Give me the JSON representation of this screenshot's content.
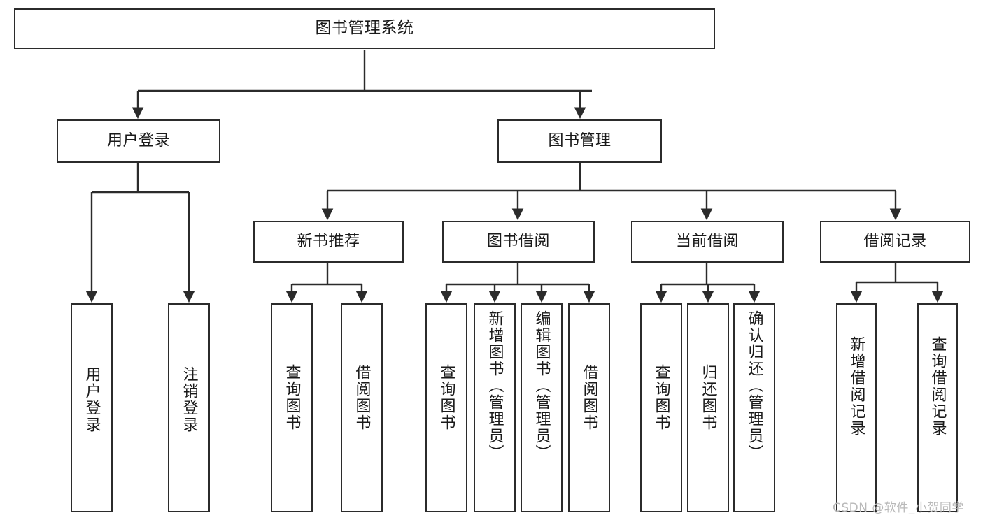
{
  "diagram": {
    "type": "tree",
    "title": "图书管理系统",
    "watermark": "CSDN @软件_小贺同学",
    "colors": {
      "box_border": "#2b2b2b",
      "box_fill": "#ffffff",
      "connector": "#2b2b2b",
      "text": "#1a1a1a",
      "watermark": "#b9b9b9"
    },
    "nodes": {
      "root": {
        "label": "图书管理系统",
        "level": 1,
        "orientation": "horizontal"
      },
      "user_login": {
        "label": "用户登录",
        "level": 2,
        "orientation": "horizontal"
      },
      "book_manage": {
        "label": "图书管理",
        "level": 2,
        "orientation": "horizontal"
      },
      "new_book_rec": {
        "label": "新书推荐",
        "level": 3,
        "orientation": "horizontal"
      },
      "book_borrow": {
        "label": "图书借阅",
        "level": 3,
        "orientation": "horizontal"
      },
      "current_borrow": {
        "label": "当前借阅",
        "level": 3,
        "orientation": "horizontal"
      },
      "borrow_record": {
        "label": "借阅记录",
        "level": 3,
        "orientation": "horizontal"
      },
      "leaf_user_login": {
        "label": "用户登录",
        "level": 4,
        "orientation": "vertical"
      },
      "leaf_logout": {
        "label": "注销登录",
        "level": 4,
        "orientation": "vertical"
      },
      "leaf_rec_query": {
        "label": "查询图书",
        "level": 4,
        "orientation": "vertical"
      },
      "leaf_rec_borrow": {
        "label": "借阅图书",
        "level": 4,
        "orientation": "vertical"
      },
      "leaf_borrow_query": {
        "label": "查询图书",
        "level": 4,
        "orientation": "vertical"
      },
      "leaf_add_book": {
        "label": "新增图书（管理员）",
        "level": 4,
        "orientation": "vertical"
      },
      "leaf_edit_book": {
        "label": "编辑图书（管理员）",
        "level": 4,
        "orientation": "vertical"
      },
      "leaf_borrow_book": {
        "label": "借阅图书",
        "level": 4,
        "orientation": "vertical"
      },
      "leaf_cur_query": {
        "label": "查询图书",
        "level": 4,
        "orientation": "vertical"
      },
      "leaf_return_book": {
        "label": "归还图书",
        "level": 4,
        "orientation": "vertical"
      },
      "leaf_confirm_return": {
        "label": "确认归还（管理员）",
        "level": 4,
        "orientation": "vertical"
      },
      "leaf_add_record": {
        "label": "新增借阅记录",
        "level": 4,
        "orientation": "vertical"
      },
      "leaf_query_record": {
        "label": "查询借阅记录",
        "level": 4,
        "orientation": "vertical"
      }
    },
    "edges": [
      {
        "from": "root",
        "to": "user_login"
      },
      {
        "from": "root",
        "to": "book_manage"
      },
      {
        "from": "user_login",
        "to": "leaf_user_login"
      },
      {
        "from": "user_login",
        "to": "leaf_logout"
      },
      {
        "from": "book_manage",
        "to": "new_book_rec"
      },
      {
        "from": "book_manage",
        "to": "book_borrow"
      },
      {
        "from": "book_manage",
        "to": "current_borrow"
      },
      {
        "from": "book_manage",
        "to": "borrow_record"
      },
      {
        "from": "new_book_rec",
        "to": "leaf_rec_query"
      },
      {
        "from": "new_book_rec",
        "to": "leaf_rec_borrow"
      },
      {
        "from": "book_borrow",
        "to": "leaf_borrow_query"
      },
      {
        "from": "book_borrow",
        "to": "leaf_add_book"
      },
      {
        "from": "book_borrow",
        "to": "leaf_edit_book"
      },
      {
        "from": "book_borrow",
        "to": "leaf_borrow_book"
      },
      {
        "from": "current_borrow",
        "to": "leaf_cur_query"
      },
      {
        "from": "current_borrow",
        "to": "leaf_return_book"
      },
      {
        "from": "current_borrow",
        "to": "leaf_confirm_return"
      },
      {
        "from": "borrow_record",
        "to": "leaf_add_record"
      },
      {
        "from": "borrow_record",
        "to": "leaf_query_record"
      }
    ]
  }
}
